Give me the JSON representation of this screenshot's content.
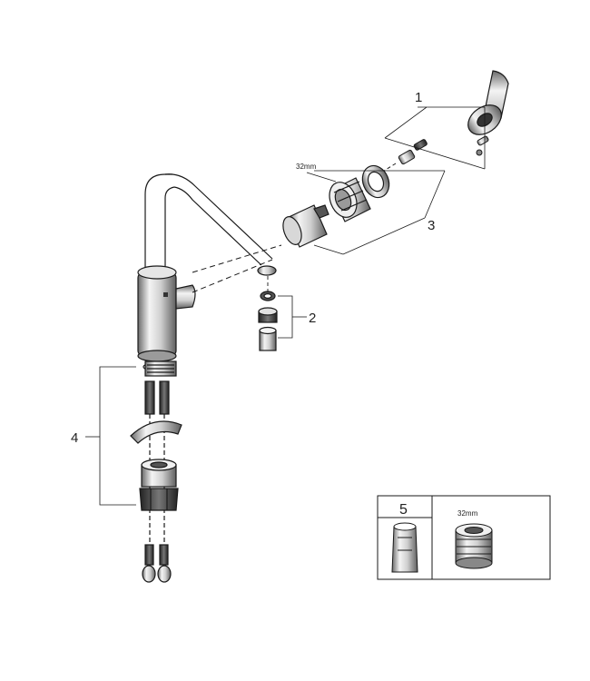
{
  "callouts": {
    "c1": "1",
    "c2": "2",
    "c3": "3",
    "c4": "4",
    "c5": "5"
  },
  "dimensions": {
    "cartridge_size": "32mm",
    "inset_size": "32mm"
  },
  "colors": {
    "line": "#1a1a1a",
    "metal_light": "#f2f2f2",
    "metal_mid": "#b8b8b8",
    "metal_dark": "#5a5a5a",
    "rubber": "#2a2a2a"
  }
}
